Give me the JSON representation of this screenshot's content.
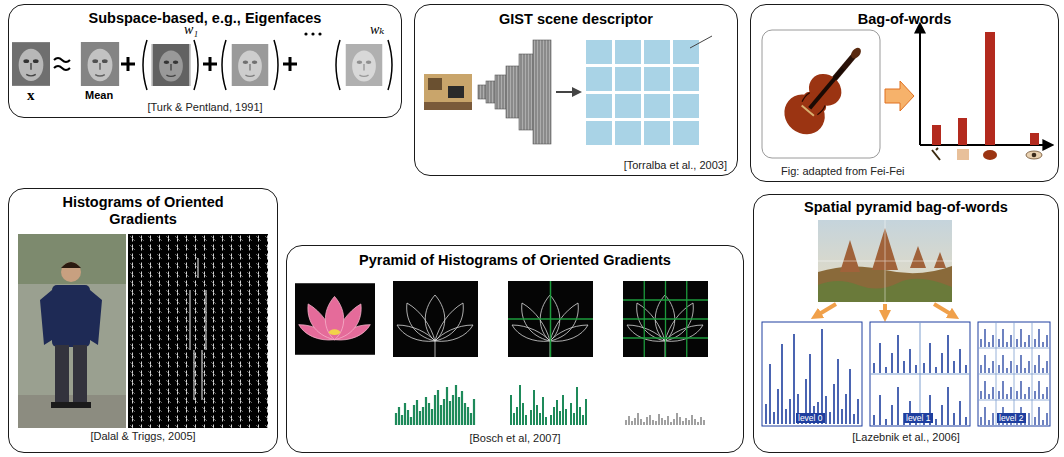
{
  "diagram": {
    "nodes": [
      {
        "text": [
          "Subspace-based, e.g., Eigenfaces",
          "[Turk & Pentland, 1991]"
        ]
      },
      {
        "text": [
          "GIST scene descriptor",
          "[Torralba et al., 2003]"
        ]
      },
      {
        "text": [
          "Bag-of-words",
          "Fig: adapted from Fei-Fei"
        ]
      },
      {
        "text": [
          "Histograms of Oriented Gradients",
          "[Dalal & Triggs, 2005]"
        ]
      },
      {
        "text": [
          "Pyramid of Histograms of Oriented Gradients",
          "[Bosch et al, 2007]"
        ]
      },
      {
        "text": [
          "Spatial pyramid bag-of-words",
          "[Lazebnik et al., 2006]"
        ]
      }
    ],
    "labels": [
      "x",
      "Mean",
      "w₁",
      "wₖ",
      "level 0",
      "level 1",
      "level 2"
    ]
  }
}
